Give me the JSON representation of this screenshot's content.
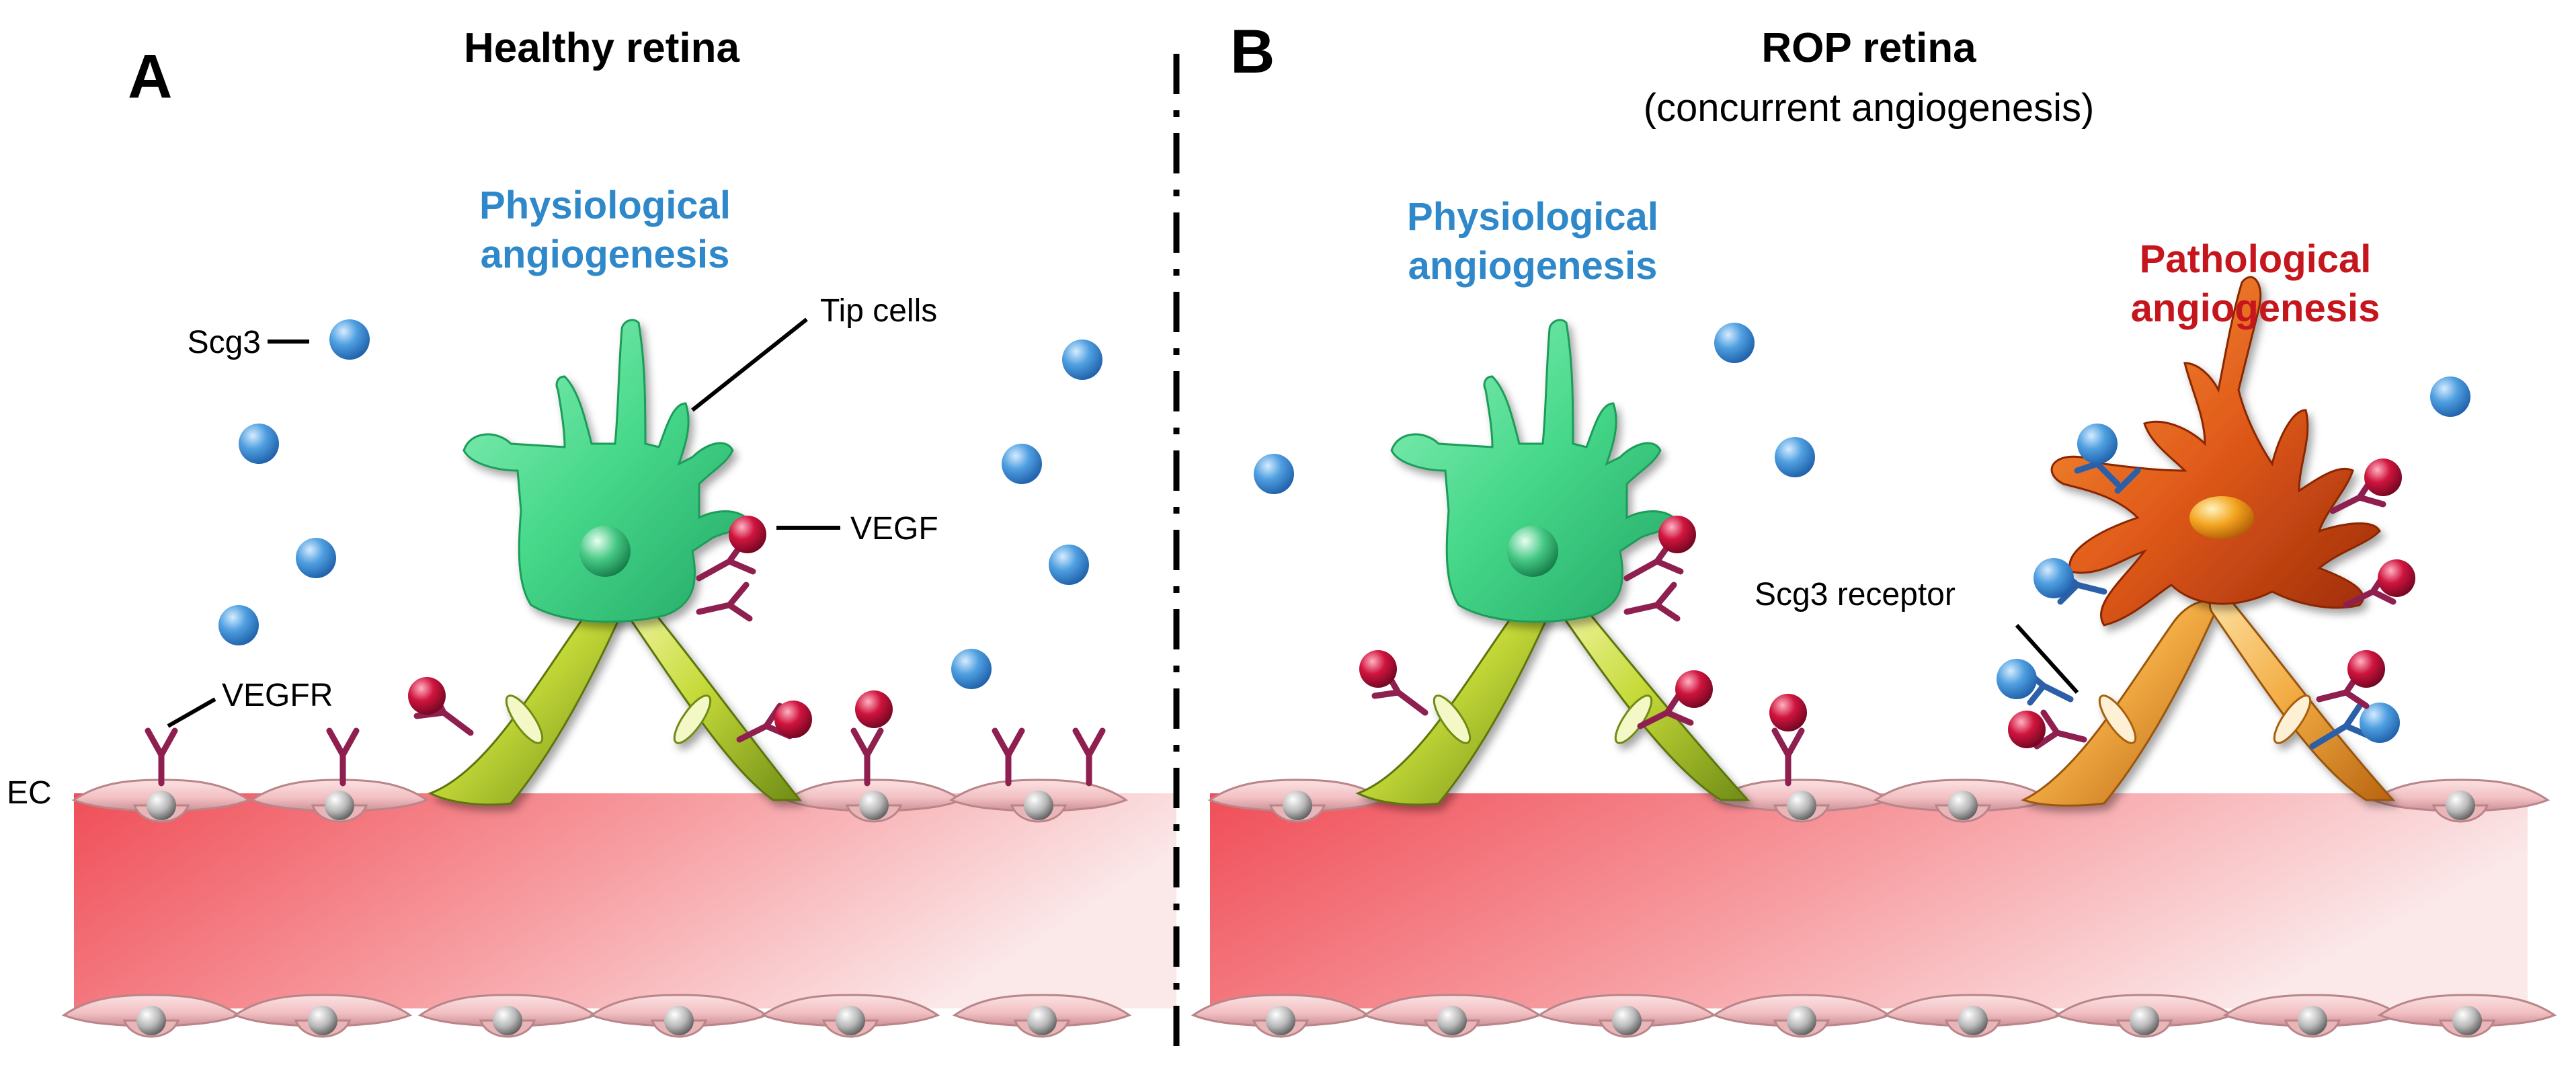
{
  "panels": {
    "a": {
      "letter": "A",
      "title": "Healthy retina",
      "angiogenesis_label": [
        "Physiological",
        "angiogenesis"
      ],
      "labels": {
        "scg3": "Scg3",
        "tip_cells": "Tip cells",
        "vegf": "VEGF",
        "vegfr": "VEGFR",
        "ec": "EC"
      }
    },
    "b": {
      "letter": "B",
      "title": "ROP retina",
      "subtitle": "(concurrent angiogenesis)",
      "physiological_label": [
        "Physiological",
        "angiogenesis"
      ],
      "pathological_label": [
        "Pathological",
        "angiogenesis"
      ],
      "labels": {
        "scg3_receptor": "Scg3 receptor"
      }
    }
  },
  "colors": {
    "physiological_text": "#2f88c9",
    "pathological_text": "#c4161c",
    "tip_cell_green": "#4fd98f",
    "stalk_yellow": "#c9dc3a",
    "pathological_orange": "#e0561b",
    "scg3_blue": "#3f8fd6",
    "vegf_red": "#c8103a",
    "receptor_maroon": "#8e1f4f",
    "scg3_receptor_blue": "#2b5fa8",
    "vessel_pink": "#f3c2c5",
    "vessel_lumen": "#f05a60"
  }
}
